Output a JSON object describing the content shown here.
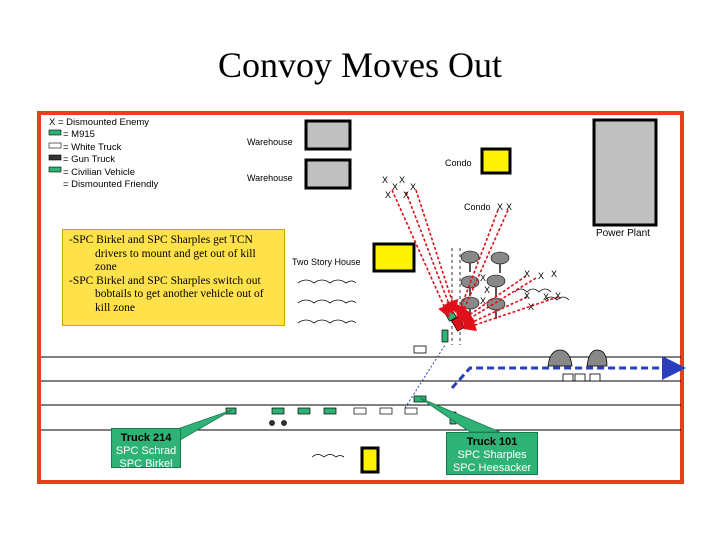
{
  "title": "Convoy Moves Out",
  "legend": [
    "X = Dismounted Enemy",
    "= M915",
    "= White Truck",
    "= Gun Truck",
    "= Civilian Vehicle",
    "= Dismounted Friendly"
  ],
  "labels": {
    "warehouse1": "Warehouse",
    "warehouse2": "Warehouse",
    "condo1": "Condo",
    "condo2": "Condo",
    "power_plant": "Power Plant",
    "two_story": "Two Story House"
  },
  "enemy_marks": [
    "X",
    "X",
    "X",
    "X",
    "X",
    "X",
    "X",
    "X",
    "X",
    "X",
    "X",
    "X",
    "X",
    "X",
    "X",
    "X",
    "X",
    "X"
  ],
  "note": {
    "line1": "-SPC Birkel and SPC Sharples get TCN drivers to mount and get out of kill zone",
    "line2": "-SPC Birkel and SPC Sharples switch out bobtails to get another vehicle out of kill zone"
  },
  "truck214": {
    "title": "Truck 214",
    "crew1": "SPC Schrad",
    "crew2": "SPC Birkel"
  },
  "truck101": {
    "title": "Truck 101",
    "crew1": "SPC Sharples",
    "crew2": "SPC Heesacker"
  },
  "colors": {
    "frame": "#e8401c",
    "callout": "#2eb276",
    "note": "#ffe24a",
    "building": "#c0c0c0",
    "condo": "#fff200",
    "fire": "#e0101a",
    "route": "#2a3fbf"
  }
}
